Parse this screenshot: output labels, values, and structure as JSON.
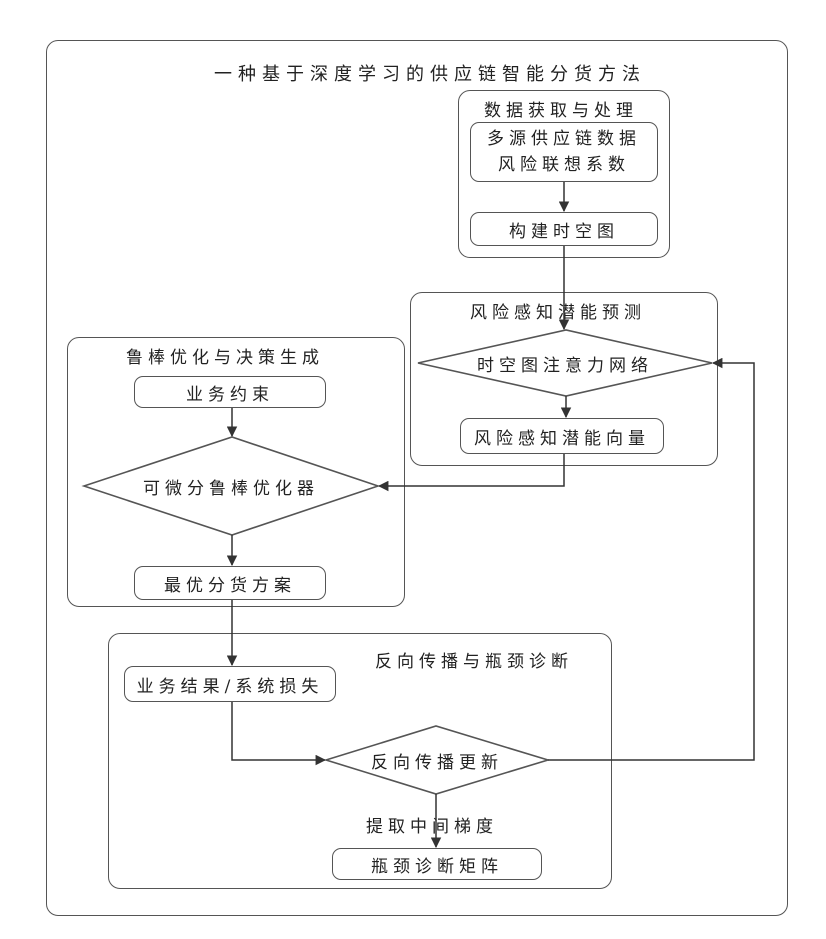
{
  "title": "一种基于深度学习的供应链智能分货方法",
  "group_data": {
    "label": "数据获取与处理",
    "box_source": [
      "多源供应链数据",
      "风险联想系数"
    ],
    "box_graph": "构建时空图"
  },
  "group_risk": {
    "label": "风险感知潜能预测",
    "diamond": "时空图注意力网络",
    "box_vector": "风险感知潜能向量"
  },
  "group_robust": {
    "label": "鲁棒优化与决策生成",
    "box_constraint": "业务约束",
    "diamond": "可微分鲁棒优化器",
    "box_plan": "最优分货方案"
  },
  "group_back": {
    "label": "反向传播与瓶颈诊断",
    "box_result": "业务结果/系统损失",
    "diamond": "反向传播更新",
    "edge_label": "提取中间梯度",
    "box_matrix": "瓶颈诊断矩阵"
  }
}
